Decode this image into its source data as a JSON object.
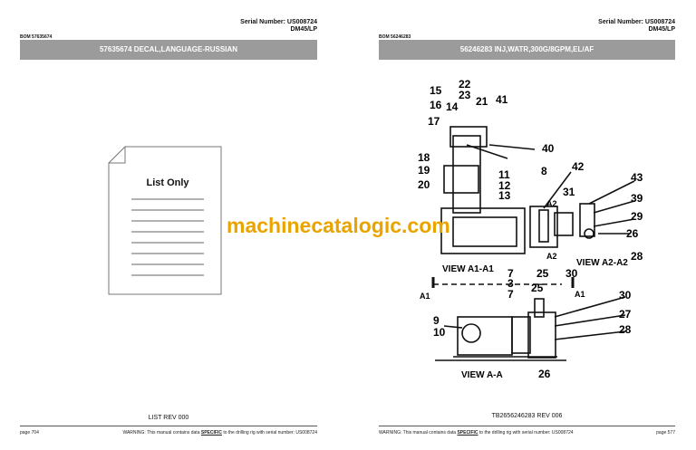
{
  "left_page": {
    "serial_number": "Serial Number: US008724",
    "model": "DM45/LP",
    "bom": "BOM 57635674",
    "title": "57635674 DECAL,LANGUAGE-RUSSIAN",
    "doc_label": "List Only",
    "revision": "LIST REV 000",
    "page": "page 704",
    "warning_pre": "WARNING:  This manual contains data ",
    "warning_em": "SPECIFIC",
    "warning_post": " to the drilling rig with serial number: US008724"
  },
  "right_page": {
    "serial_number": "Serial Number: US008724",
    "model": "DM45/LP",
    "bom": "BOM 56246283",
    "title": "56246283 INJ,WATR,300G/8GPM,EL/AF",
    "revision": "TB2656246283 REV 006",
    "page": "page 577",
    "warning_pre": "WARNING:  This manual contains data ",
    "warning_em": "SPECIFIC",
    "warning_post": " to the drilling rig with serial number: US008724",
    "diagram": {
      "views": [
        "VIEW A1-A1",
        "VIEW A2-A2",
        "VIEW A-A"
      ],
      "callouts": [
        "22",
        "23",
        "15",
        "21",
        "41",
        "16",
        "14",
        "17",
        "40",
        "18",
        "19",
        "11",
        "8",
        "42",
        "20",
        "12",
        "13",
        "43",
        "31",
        "39",
        "A2",
        "29",
        "26",
        "A2",
        "28",
        "25",
        "30",
        "7",
        "3",
        "7",
        "25",
        "A1",
        "A1",
        "30",
        "27",
        "28",
        "9",
        "10",
        "26"
      ]
    }
  },
  "watermark": "machinecatalogic.com"
}
